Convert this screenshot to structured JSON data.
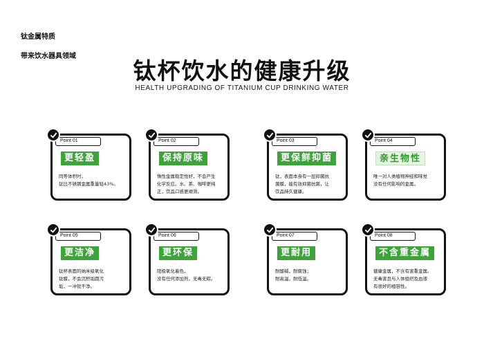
{
  "top_left": {
    "line1": "钛金属特质",
    "line2": "带来饮水器具领域"
  },
  "title": "钛杯饮水的健康升级",
  "subtitle": "HEALTH UPGRADING OF TITANIUM CUP DRINKING WATER",
  "accent_color": "#3ea33a",
  "cards": [
    {
      "tag": "Point 01",
      "heading": "更轻盈",
      "desc": "同等体积时，\n钛比不锈钢金属重量轻43%。"
    },
    {
      "tag": "Point 02",
      "heading": "保持原味",
      "desc": "惰性金属稳定性好，不会产生\n化学反应。水、茶、咖啡更纯\n正，饮品口感更顺滑。"
    },
    {
      "tag": "Point 03",
      "heading": "更保鲜抑菌",
      "desc": "钛，表面本身有一层抑菌抗\n菌膜，能有效抑菌抗菌，让\n饮品持久健康。"
    },
    {
      "tag": "Point 04",
      "heading": "亲生物性",
      "desc": "唯一对人类植物神经和味觉\n没有任何影响的金属。"
    },
    {
      "tag": "Point 05",
      "heading": "更洁净",
      "desc": "钛杯表面的纳米级氧化\n钛膜，不会沉积垢圆污\n垢，一冲就干净。"
    },
    {
      "tag": "Point 06",
      "heading": "更环保",
      "desc": "阳极氧化着色，\n没有任何添加剂，无毒无碳。"
    },
    {
      "tag": "Point 07",
      "heading": "更耐用",
      "desc": "耐酸碱，耐腐蚀；\n耐高温，耐低温。"
    },
    {
      "tag": "Point 08",
      "heading": "不含重金属",
      "desc": "健康金属，不含有害重金属。\n无毒害且与人体组织及血液\n有很好的相容性。"
    }
  ]
}
